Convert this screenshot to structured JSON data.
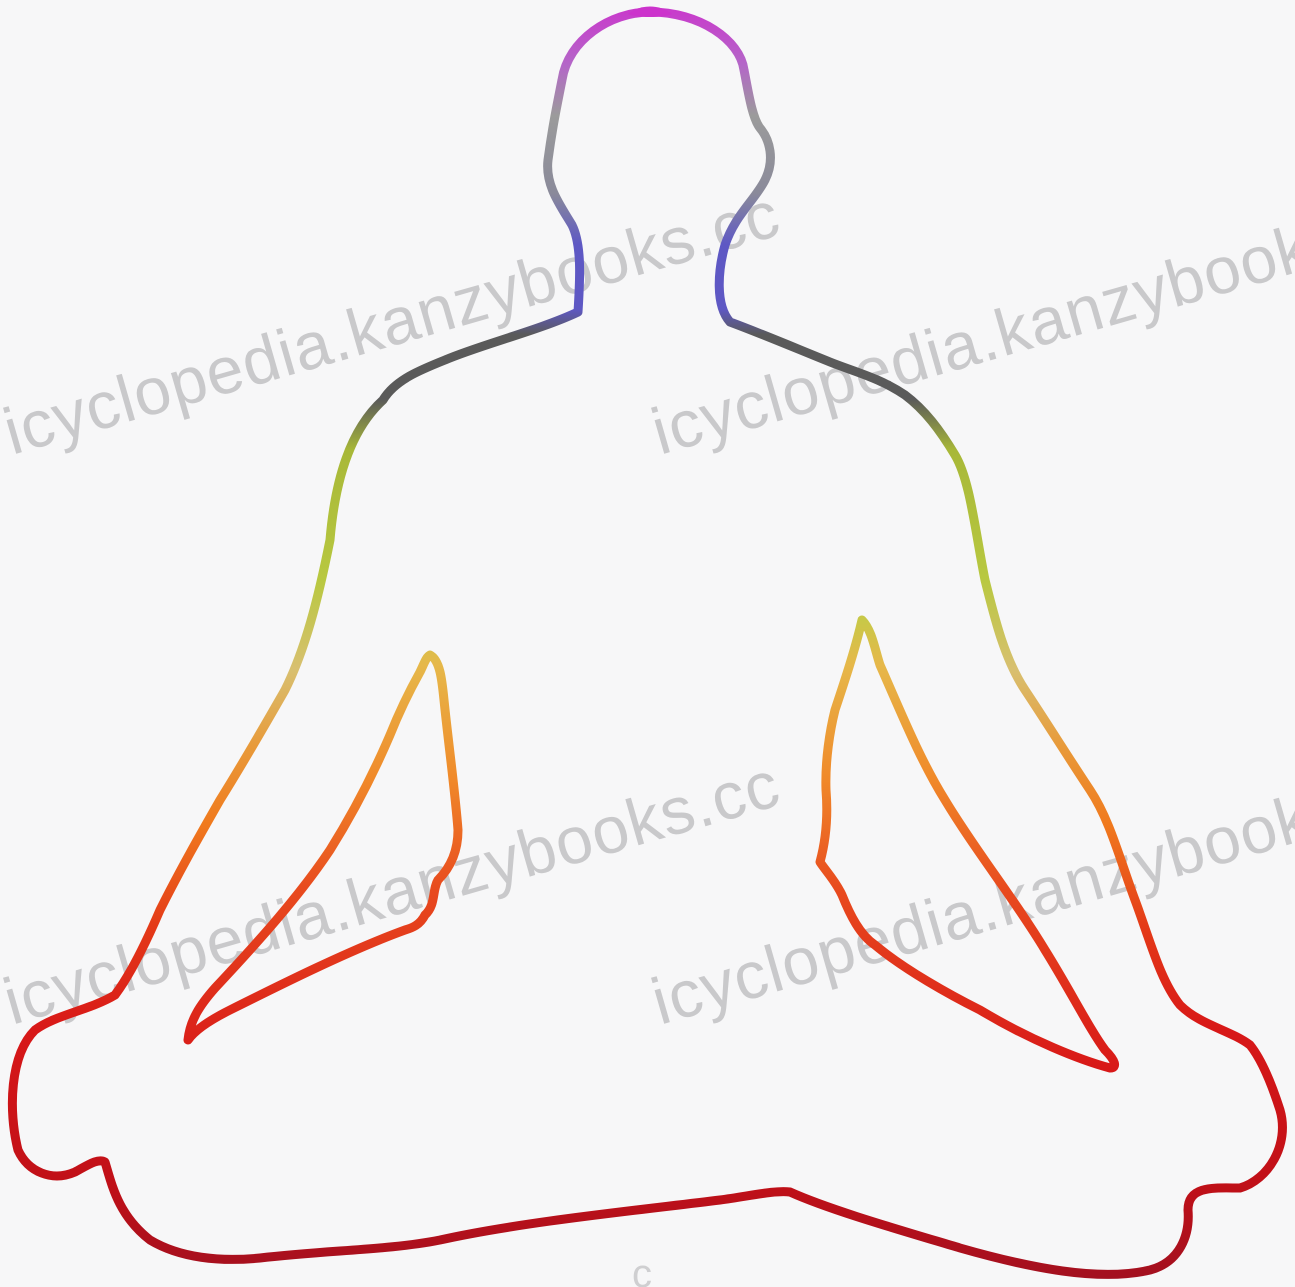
{
  "image": {
    "subject": "meditating-figure-outline",
    "background_color": "#f7f7f8"
  },
  "watermark": {
    "line_1": "icyclopedia.kanzybooks.cc",
    "line_2": "icyclopedia.kanzybooks.cc",
    "line_3": "icyclopedia.kanzybooks.cc",
    "line_4": "icyclopedia.kanzybooks.cc",
    "fragment": "c"
  },
  "palette": {
    "crown": "#cc33cc",
    "head": "#9b9b9b",
    "throat": "#5e58c4",
    "shoulders": "#5a5a5a",
    "heart": "#a8b838",
    "solar_plexus": "#e6d84a",
    "sacral": "#f07a1e",
    "root": "#d81818",
    "base": "#a01020"
  }
}
